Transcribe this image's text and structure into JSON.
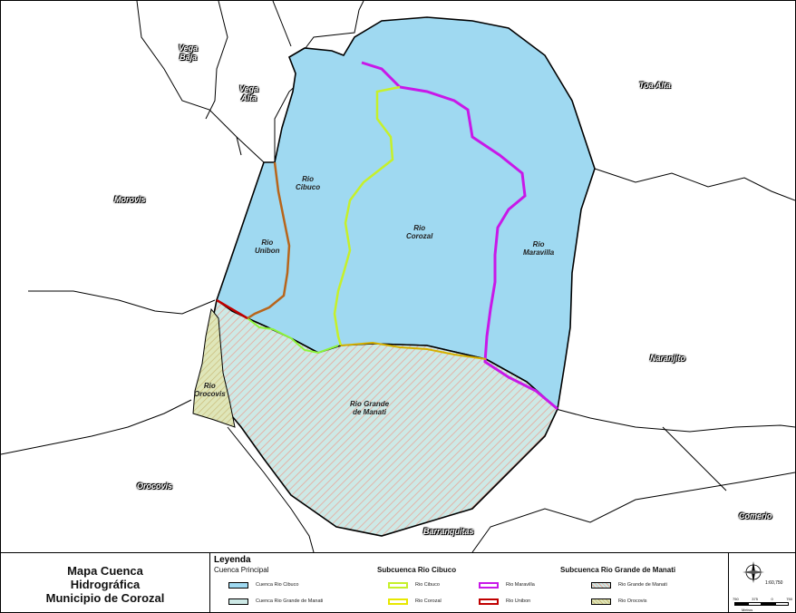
{
  "places": {
    "vega_baja": "Vega\nBaja",
    "vega_alta": "Vega\nAlta",
    "toa_alta": "Toa Alta",
    "morovis": "Morovis",
    "naranjito": "Naranjito",
    "orocovis": "Orocovis",
    "comerio": "Comerio",
    "barranquitas": "Barranquitas"
  },
  "basins": {
    "cibuco": "Rio\nCibuco",
    "unibon": "Rio\nUnibon",
    "corozal": "Rio\nCorozal",
    "maravilla": "Rio\nMaravilla",
    "grande_manati": "Rio Grande\nde Manati",
    "orocovis": "Rio\nOrocovis"
  },
  "title": "Mapa Cuenca\nHidrográfica\nMunicipio de Corozal",
  "legend": {
    "title": "Leyenda",
    "principal_heading": "Cuenca Principal",
    "cibuco_heading": "Subcuenca Rio Cibuco",
    "manati_heading": "Subcuenca Rio Grande de Manati",
    "items": {
      "cuenca_cibuco": "Cuenca Rio Cibuco",
      "cuenca_manati": "Cuenca Rio Grande de Manati",
      "rio_cibuco": "Rio Cibuco",
      "rio_corozal": "Rio Corozal",
      "rio_maravilla": "Rio Maravilla",
      "rio_unibon": "Rio Unibon",
      "rio_grande_manati": "Rio Grande de Manati",
      "rio_orocovis": "Rio Orocovis"
    }
  },
  "scale": {
    "ratio": "1:60,750",
    "ticks": [
      "750",
      "375",
      "0",
      "750"
    ],
    "unit": "Metros"
  },
  "colors": {
    "cibuco_fill": "#9fd9f1",
    "manati_fill": "#cde9e6",
    "manati_hatch": "#e8a79a",
    "orocovis_fill": "#dfe6b9",
    "rio_cibuco": "#c6f02a",
    "rio_corozal": "#e8e800",
    "rio_maravilla": "#c818e8",
    "rio_unibon": "#c00000",
    "rio_brown": "#b8651b"
  }
}
